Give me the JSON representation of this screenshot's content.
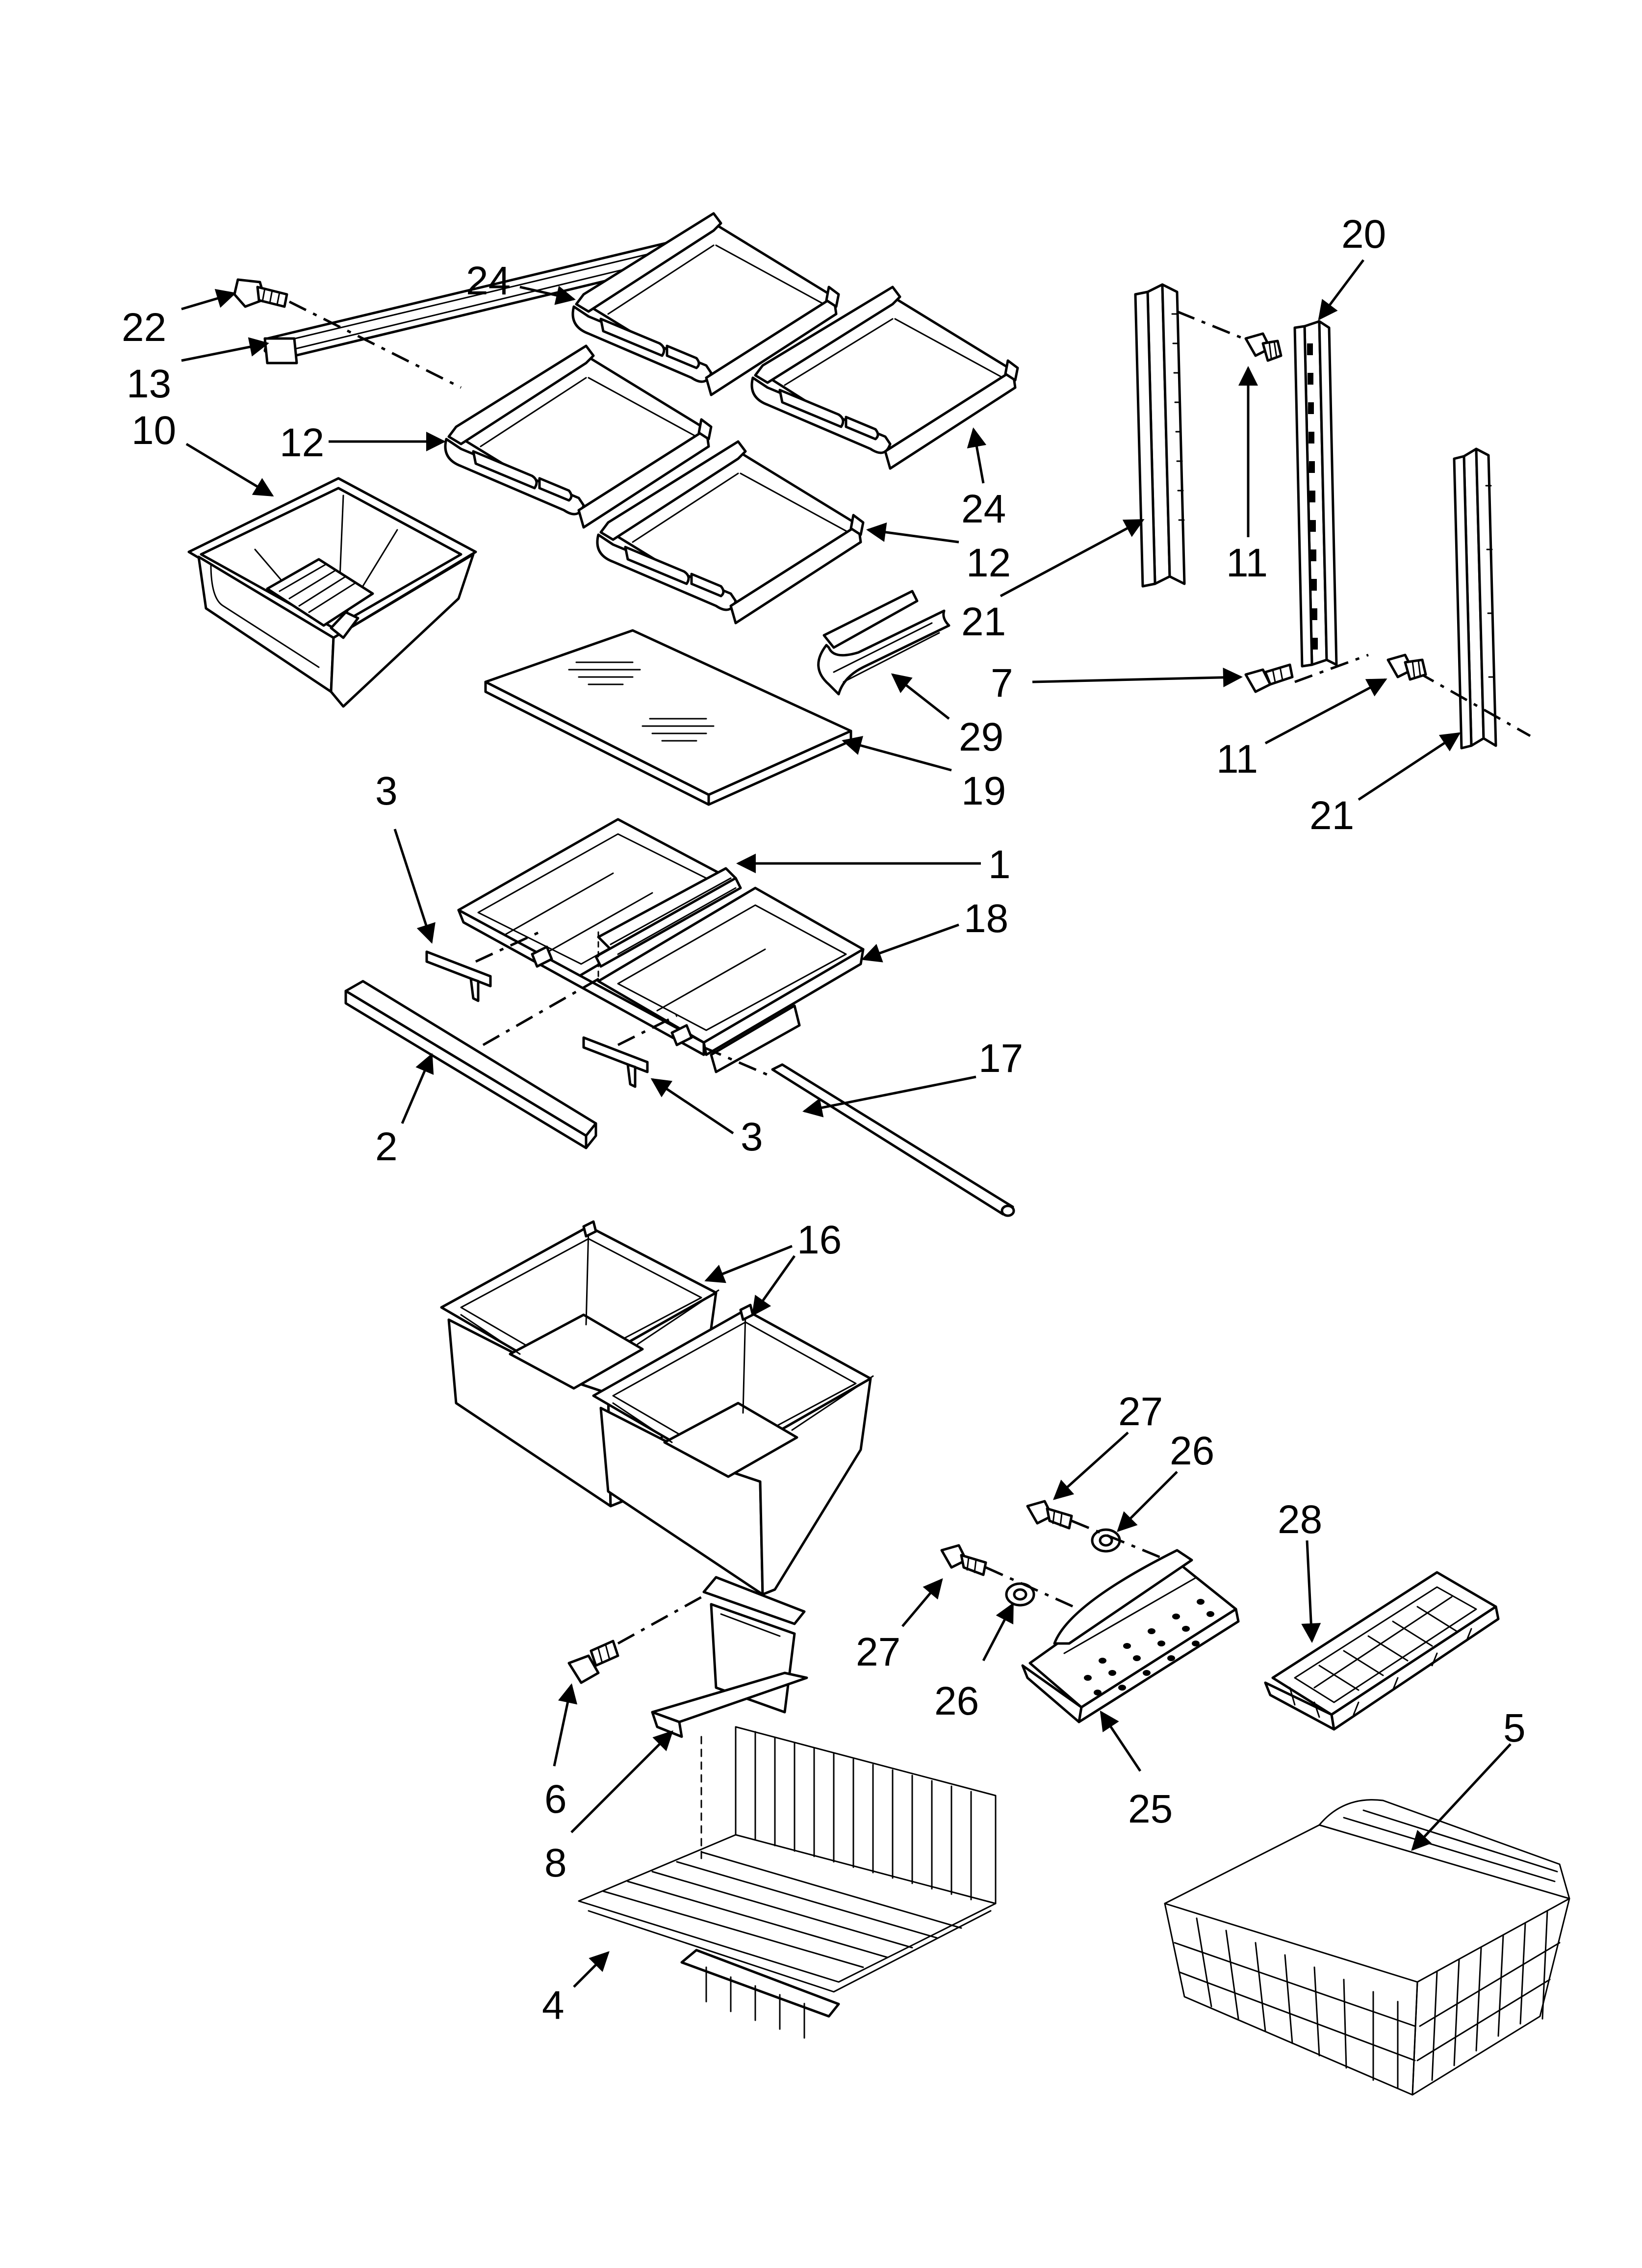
{
  "callouts": {
    "c1": "1",
    "c2": "2",
    "c3a": "3",
    "c3b": "3",
    "c4": "4",
    "c5": "5",
    "c6": "6",
    "c7": "7",
    "c8": "8",
    "c10": "10",
    "c11a": "11",
    "c11b": "11",
    "c12a": "12",
    "c12b": "12",
    "c13": "13",
    "c16": "16",
    "c17": "17",
    "c18": "18",
    "c19": "19",
    "c20": "20",
    "c21a": "21",
    "c21b": "21",
    "c22": "22",
    "c24a": "24",
    "c24b": "24",
    "c25": "25",
    "c26a": "26",
    "c26b": "26",
    "c27a": "27",
    "c27b": "27",
    "c28": "28",
    "c29": "29"
  }
}
